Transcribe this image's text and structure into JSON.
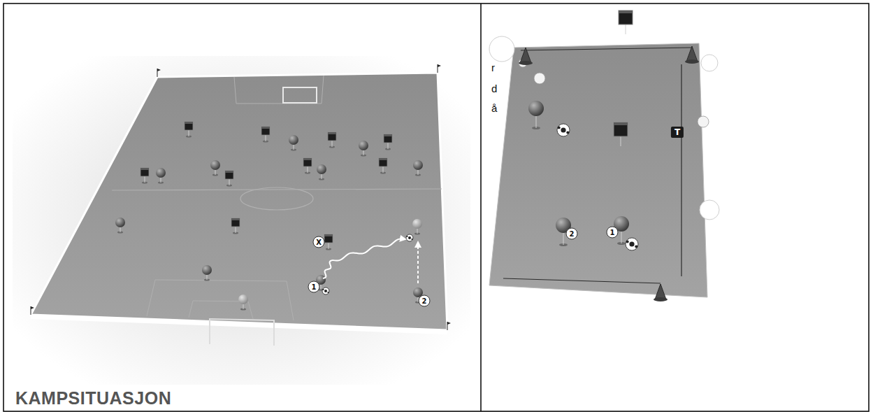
{
  "diagram": {
    "title": "KAMPSITUASJON",
    "labels": [
      "1",
      "2",
      "X",
      "1",
      "2",
      "T",
      "r",
      "d",
      "å"
    ]
  }
}
